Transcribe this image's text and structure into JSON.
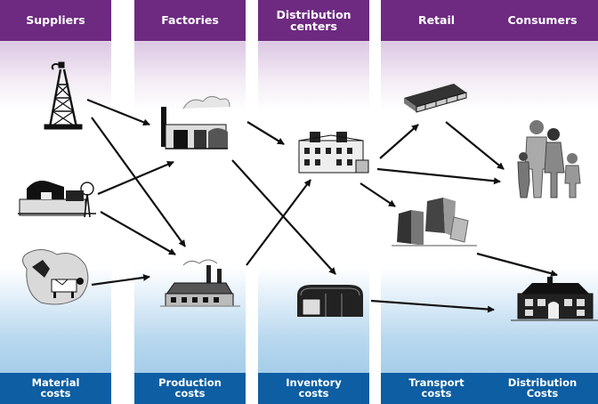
{
  "columns": [
    {
      "header": "Suppliers",
      "footer": "Material\ncosts"
    },
    {
      "header": "Factories",
      "footer": "Production\ncosts"
    },
    {
      "header": "Distribution\ncenters",
      "footer": "Inventory\ncosts"
    },
    {
      "header": "Retail",
      "footer": "Transport\ncosts"
    },
    {
      "header": "Consumers",
      "footer": "Distribution\nCosts"
    }
  ],
  "colors": {
    "header_bg": "#6d2a80",
    "footer_bg": "#0d5ea3",
    "arrow": "#111111"
  },
  "icons": [
    "oil-derrick-icon",
    "farm-barn-icon",
    "dairy-cow-icon",
    "factory-smoke-icon",
    "factory-plant-icon",
    "warehouse-building-icon",
    "storage-hangar-icon",
    "office-building-icon",
    "store-buildings-icon",
    "retail-house-icon",
    "family-consumers-icon"
  ]
}
